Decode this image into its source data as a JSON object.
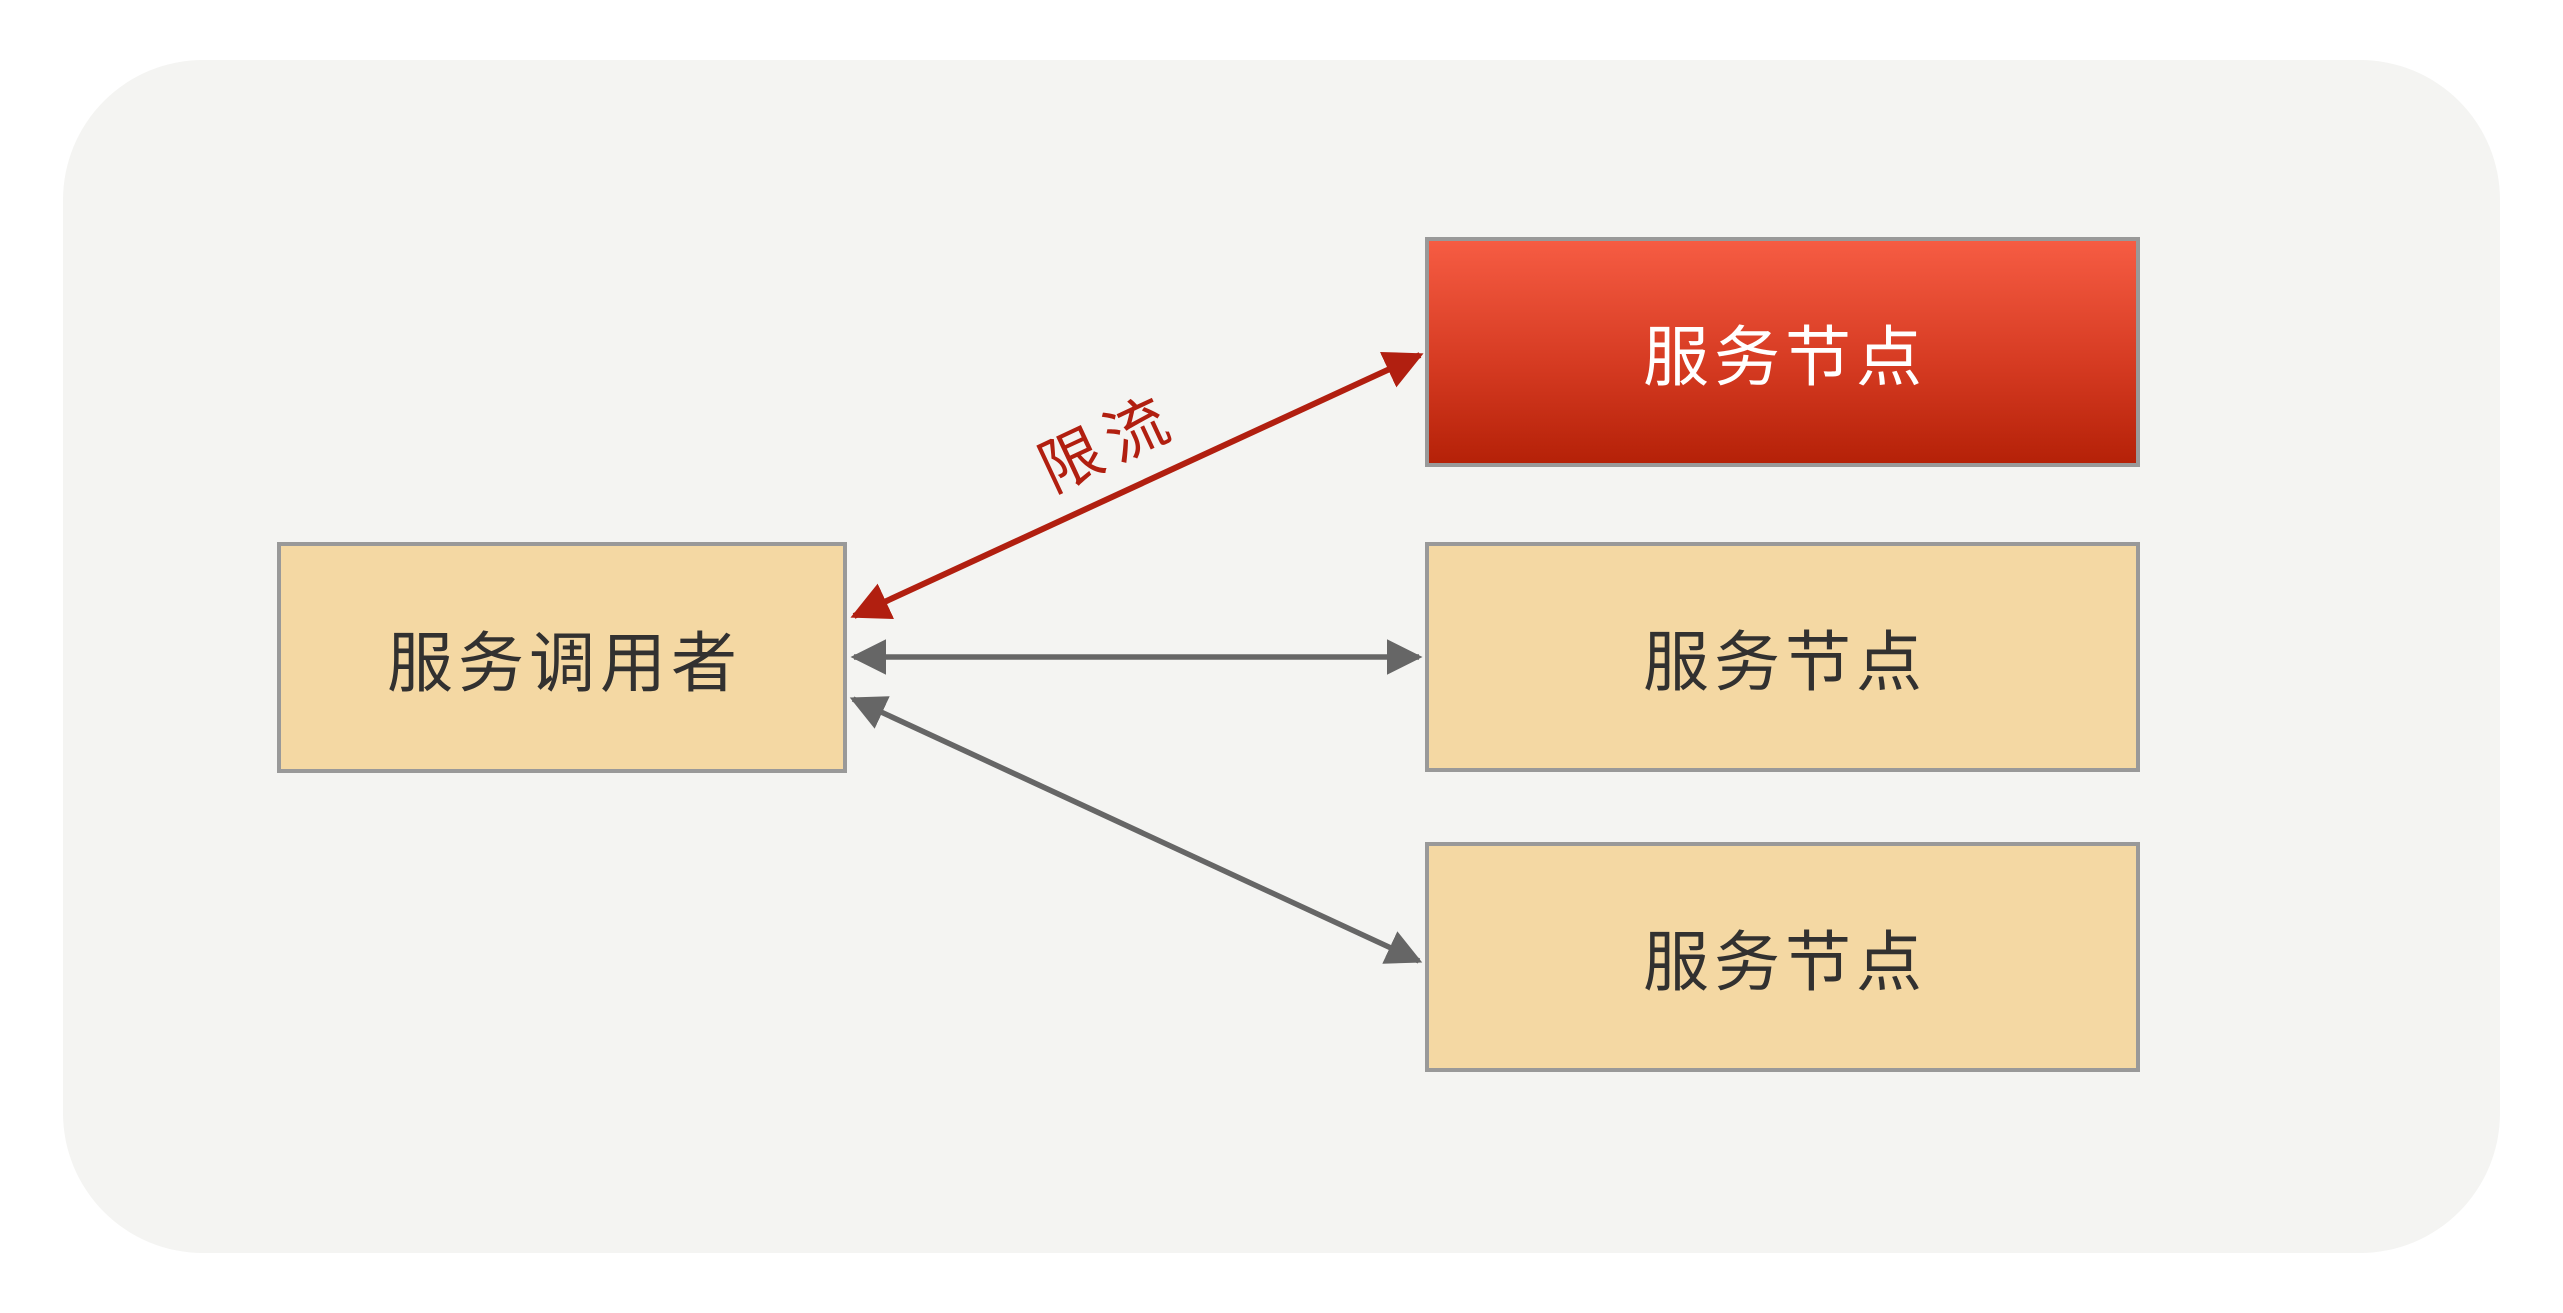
{
  "diagram": {
    "caller": {
      "label": "服务调用者"
    },
    "nodes": [
      {
        "label": "服务节点",
        "status": "rate-limited"
      },
      {
        "label": "服务节点",
        "status": "normal"
      },
      {
        "label": "服务节点",
        "status": "normal"
      }
    ],
    "edges": [
      {
        "from": "caller",
        "to": "node-1",
        "label": "限流",
        "type": "bidirectional-arrow",
        "color": "#b11f10"
      },
      {
        "from": "caller",
        "to": "node-2",
        "label": "",
        "type": "bidirectional-arrow",
        "color": "#666666"
      },
      {
        "from": "caller",
        "to": "node-3",
        "label": "",
        "type": "bidirectional-arrow",
        "color": "#666666"
      }
    ],
    "colors": {
      "canvas_background": "#ffffff",
      "card_background": "#f4f4f2",
      "node_fill": "#f4d8a3",
      "node_border": "#999999",
      "node_text": "#323130",
      "limited_node_gradient_top": "#f65c43",
      "limited_node_gradient_bottom": "#b52108",
      "limited_node_text": "#ffffff",
      "limit_edge_color": "#b11f10",
      "normal_edge_color": "#666666"
    }
  }
}
